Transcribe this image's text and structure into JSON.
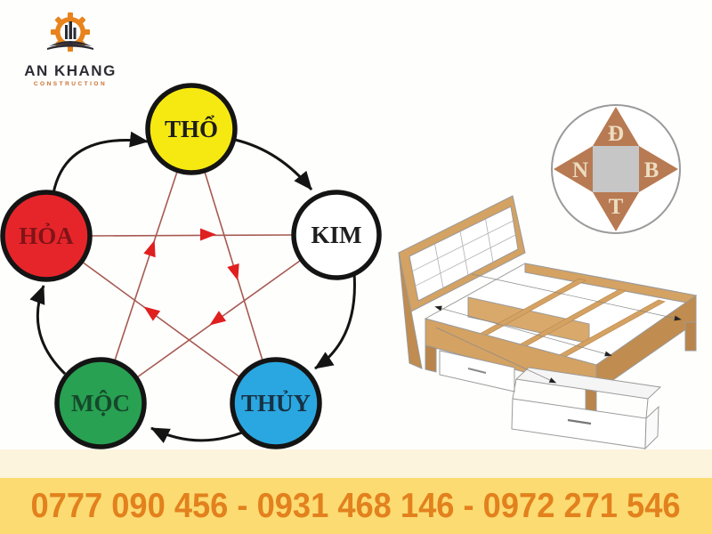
{
  "logo": {
    "title": "AN KHANG",
    "subtitle": "CONSTRUCTION",
    "gear_color": "#e8831d",
    "title_color": "#2c2c34",
    "subtitle_color": "#c9702d"
  },
  "five_elements_diagram": {
    "nodes": [
      {
        "label": "THỔ",
        "position": "top",
        "fill": "#f6e912",
        "text_color": "#1d1d1d"
      },
      {
        "label": "KIM",
        "position": "right",
        "fill": "#ffffff",
        "text_color": "#1d1d1d"
      },
      {
        "label": "THỦY",
        "position": "bottom-right",
        "fill": "#2aa7e0",
        "text_color": "#173245"
      },
      {
        "label": "MỘC",
        "position": "bottom-left",
        "fill": "#28a152",
        "text_color": "#15482b"
      },
      {
        "label": "HỎA",
        "position": "left",
        "fill": "#e6252a",
        "text_color": "#801417"
      }
    ],
    "generating_cycle": [
      "HỎA → THỔ",
      "THỔ → KIM",
      "KIM → THỦY",
      "THỦY → MỘC",
      "MỘC → HỎA"
    ],
    "overcoming_cycle": [
      "THỔ → THỦY",
      "THỦY → HỎA",
      "HỎA → KIM",
      "KIM → MỘC",
      "MỘC → THỔ"
    ],
    "generating_cycle_color": "#141414",
    "overcoming_cycle_color": "#e01f1f"
  },
  "compass": {
    "top": "Đ",
    "left": "N",
    "right": "B",
    "bottom": "T",
    "triangle_color": "#b87a52",
    "square_color": "#c6c6c6",
    "letter_color": "#ecdcc0"
  },
  "bed_illustration": {
    "description": "3D sketch of wooden storage bed frame with slats and pulled-out drawer",
    "wood_color": "#d4a263"
  },
  "footer": {
    "text": "0777 090 456 - 0931 468 146 - 0972 271 546",
    "phones": [
      "0777 090 456",
      "0931 468 146",
      "0972 271 546"
    ],
    "bg_color": "#fcdb72",
    "text_color": "#e2811d"
  }
}
